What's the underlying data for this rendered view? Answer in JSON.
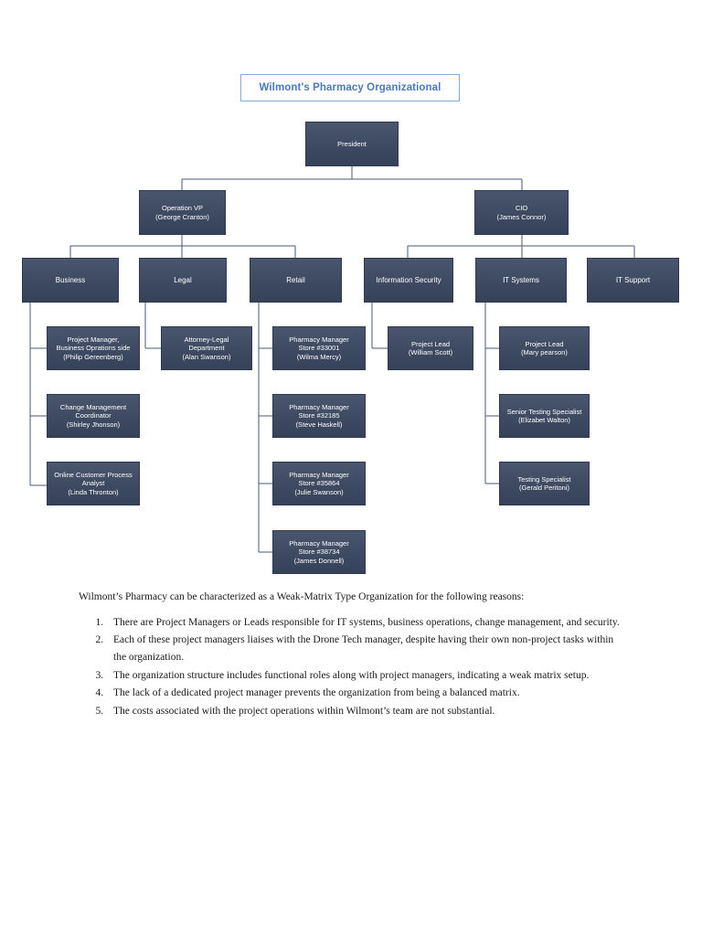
{
  "document": {
    "title": "Wilmont's Pharmacy Organizational"
  },
  "org_chart": {
    "type": "org-chart",
    "box_fill": "#3d4a62",
    "box_border": "#2e3a4f",
    "connector_color": "#4a5a78",
    "title_color": "#4a78c8",
    "nodes": {
      "president": {
        "role": "President",
        "person": ""
      },
      "operation_vp": {
        "role": "Operation VP",
        "person": "(George Cranton)"
      },
      "cio": {
        "role": "CIO",
        "person": "(James Connor)"
      },
      "business": {
        "role": "Business",
        "person": ""
      },
      "legal": {
        "role": "Legal",
        "person": ""
      },
      "retail": {
        "role": "Retail",
        "person": ""
      },
      "information_security": {
        "role": "Information Security",
        "person": ""
      },
      "it_systems": {
        "role": "IT Systems",
        "person": ""
      },
      "it_support": {
        "role": "IT Support",
        "person": ""
      },
      "business_1": {
        "line1": "Project Manager,",
        "line2": "Business Oprations side",
        "person": "(Philip Gereenberg)"
      },
      "business_2": {
        "line1": "Change Management",
        "line2": "Coordinator",
        "person": "(Shirley Jhonson)"
      },
      "business_3": {
        "line1": "Online Customer Process",
        "line2": "Analyst",
        "person": "(Linda Thronton)"
      },
      "legal_1": {
        "line1": "Attorney-Legal",
        "line2": "Department",
        "person": "(Alan Swanson)"
      },
      "retail_1": {
        "line1": "Pharmacy Manager",
        "line2": "Store #33001",
        "person": "(Wilma Mercy)"
      },
      "retail_2": {
        "line1": "Pharmacy Manager",
        "line2": "Store #32185",
        "person": "(Steve Haskell)"
      },
      "retail_3": {
        "line1": "Pharmacy Manager",
        "line2": "Store #35864",
        "person": "(Julie Swanson)"
      },
      "retail_4": {
        "line1": "Pharmacy Manager",
        "line2": "Store #38734",
        "person": "(James Donnell)"
      },
      "infosec_1": {
        "line1": "Project Lead",
        "line2": "",
        "person": "(William Scott)"
      },
      "itsys_1": {
        "line1": "Project Lead",
        "line2": "",
        "person": "(Mary pearson)"
      },
      "itsys_2": {
        "line1": "Senior Testing Specialist",
        "line2": "",
        "person": "(Elizabet Walton)"
      },
      "itsys_3": {
        "line1": "Testing Specialist",
        "line2": "",
        "person": "(Gerald Peritoni)"
      }
    }
  },
  "narrative": {
    "lead": "Wilmont’s Pharmacy can be characterized as a Weak-Matrix Type Organization for the following reasons:",
    "reasons": [
      "There are Project Managers or Leads responsible for IT systems, business operations, change management, and security.",
      "Each of these project managers liaises with the Drone Tech manager, despite having their own non-project tasks within the organization.",
      "The organization structure includes functional roles along with project managers, indicating a weak matrix setup.",
      "The lack of a dedicated project manager prevents the organization from being a balanced matrix.",
      "The costs associated with the project operations within Wilmont’s team are not substantial."
    ]
  }
}
